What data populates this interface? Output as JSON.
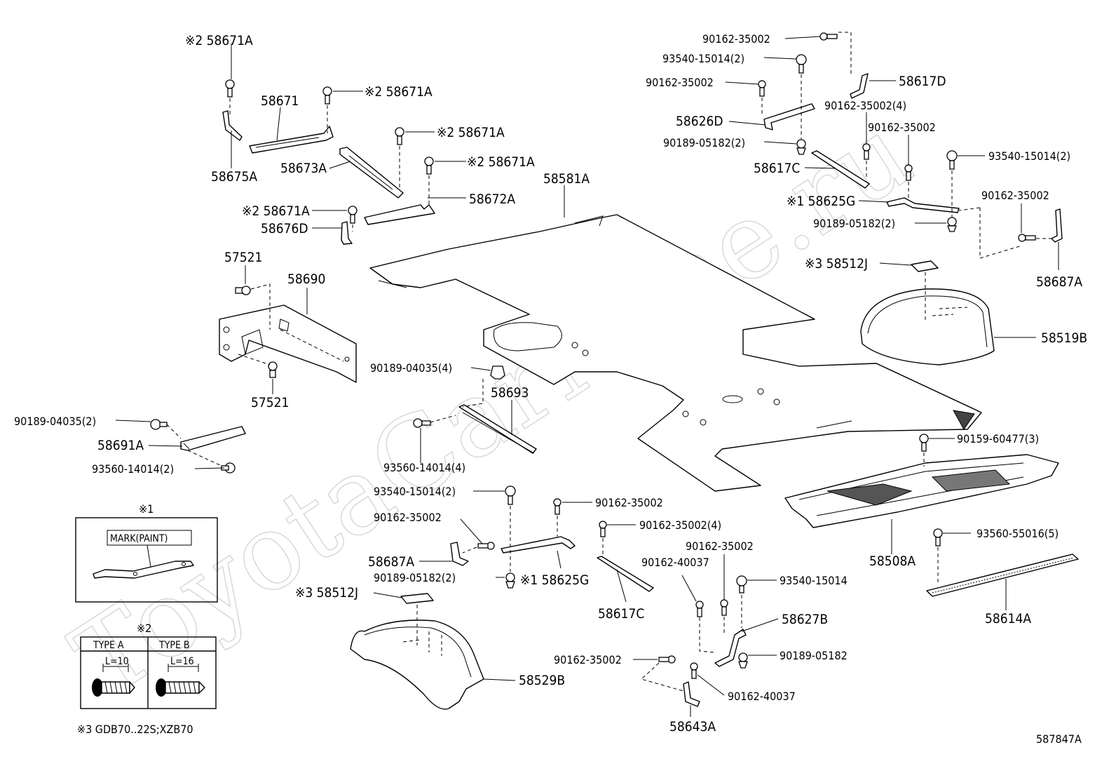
{
  "watermark": "ToyotaCarMine.ru",
  "figure_id": "587847A",
  "notes": {
    "note1_mark": "※1",
    "note1_label": "MARK(PAINT)",
    "note2_mark": "※2",
    "type_a": "TYPE A",
    "type_b": "TYPE B",
    "len_a": "L=10",
    "len_b": "L=16",
    "note3": "※3 GDB70..22S;XZB70"
  },
  "labels": {
    "l58671A_1": "※2 58671A",
    "l58671": "58671",
    "l58671A_2": "※2 58671A",
    "l58671A_3": "※2 58671A",
    "l58671A_4": "※2 58671A",
    "l58671A_5": "※2 58671A",
    "l58675A": "58675A",
    "l58673A": "58673A",
    "l58672A": "58672A",
    "l58676D": "58676D",
    "l58581A": "58581A",
    "l57521a": "57521",
    "l58690": "58690",
    "l57521b": "57521",
    "l90189_04035_4": "90189-04035(4)",
    "l58693": "58693",
    "l90189_04035_2": "90189-04035(2)",
    "l58691A": "58691A",
    "l93560_14014_2": "93560-14014(2)",
    "l93560_14014_4": "93560-14014(4)",
    "r90162_35002_a": "90162-35002",
    "r93540_15014_2a": "93540-15014(2)",
    "r90162_35002_b": "90162-35002",
    "r58617D": "58617D",
    "r90162_35002_4a": "90162-35002(4)",
    "r58626D": "58626D",
    "r90162_35002_c": "90162-35002",
    "r90189_05182_2a": "90189-05182(2)",
    "r58617C": "58617C",
    "r93540_15014_2b": "93540-15014(2)",
    "r58625G": "※1 58625G",
    "r90162_35002_d": "90162-35002",
    "r90189_05182_2b": "90189-05182(2)",
    "r58687A": "58687A",
    "r58512J": "※3 58512J",
    "r58519B": "58519B",
    "r90159_60477": "90159-60477(3)",
    "r58508A": "58508A",
    "r93560_55016": "93560-55016(5)",
    "r58614A": "58614A",
    "c93540_15014_2": "93540-15014(2)",
    "c90162_35002_a": "90162-35002",
    "c90162_35002_b": "90162-35002",
    "c58687A": "58687A",
    "c90189_05182_2": "90189-05182(2)",
    "c58625G": "※1 58625G",
    "c90162_35002_4": "90162-35002(4)",
    "c58617C": "58617C",
    "c58512J": "※3 58512J",
    "c58529B": "58529B",
    "c90162_35002_c": "90162-35002",
    "c90162_40037_a": "90162-40037",
    "c93540_15014": "93540-15014",
    "c58627B": "58627B",
    "c90189_05182": "90189-05182",
    "c90162_35002_d": "90162-35002",
    "c90162_40037_b": "90162-40037",
    "c58643A": "58643A"
  }
}
